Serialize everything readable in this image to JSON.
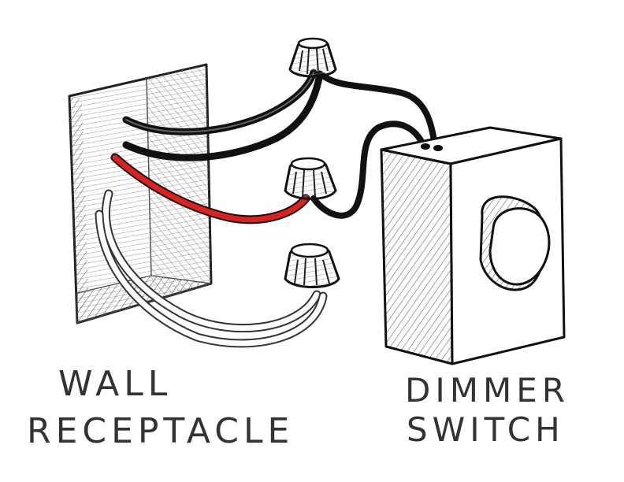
{
  "labels": {
    "receptacle_line1": "WALL",
    "receptacle_line2": "RECEPTACLE",
    "switch_line1": "DIMMER",
    "switch_line2": "SWITCH"
  },
  "colors": {
    "ink": "#111111",
    "hot_wire": "#e0201c",
    "neutral_wire": "#ffffff",
    "hatch": "#555555"
  },
  "icons": {
    "wire_nut": "wire-nut-icon",
    "dimmer_knob": "dimmer-knob-icon"
  }
}
